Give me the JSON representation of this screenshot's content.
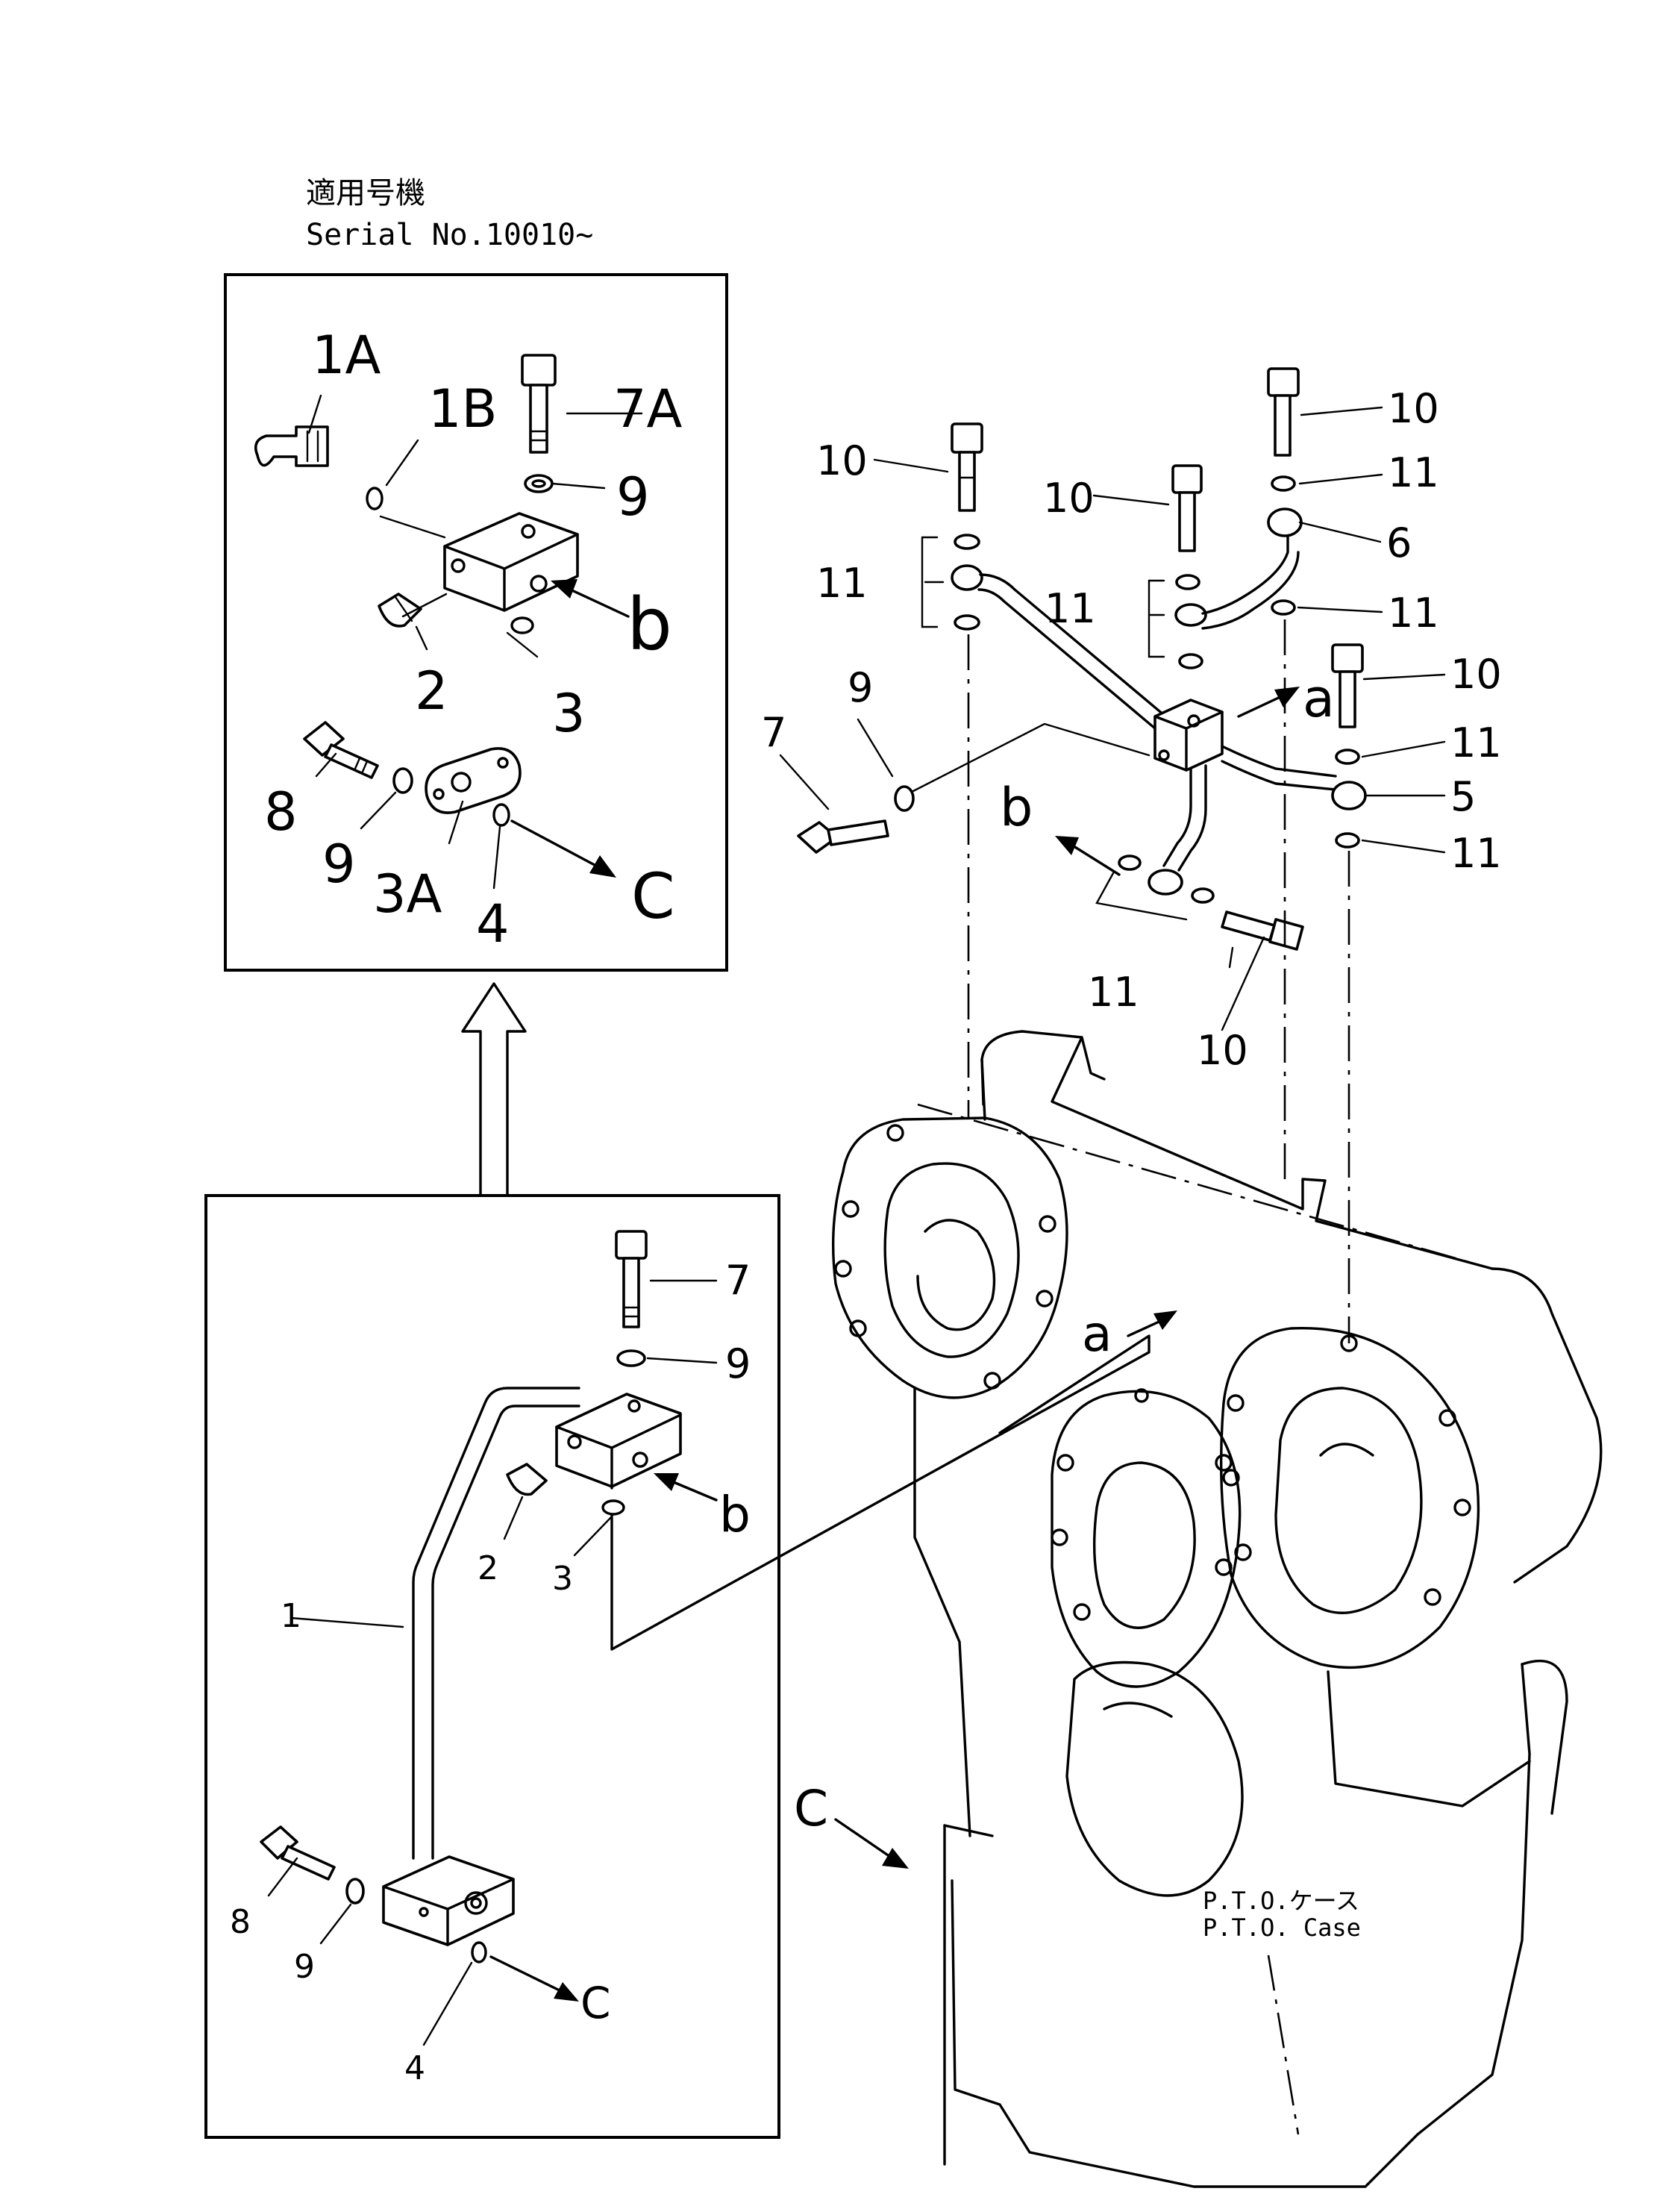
{
  "header": {
    "applicable_machine_jp": "適用号機",
    "serial_no": "Serial No.10010~"
  },
  "inset_upper": {
    "callouts": {
      "c1a": "1A",
      "c1b": "1B",
      "c7a": "7A",
      "c9a": "9",
      "cb": "b",
      "c2": "2",
      "c3": "3",
      "c8": "8",
      "c9b": "9",
      "c3a": "3A",
      "c4": "4",
      "cc": "C"
    }
  },
  "inset_lower": {
    "callouts": {
      "c7": "7",
      "c9a": "9",
      "cb": "b",
      "c1": "1",
      "c2": "2",
      "c3": "3",
      "c8": "8",
      "c9b": "9",
      "c4": "4",
      "cc": "C"
    }
  },
  "main": {
    "callouts": {
      "c10a": "10",
      "c11a": "11",
      "c10b": "10",
      "c11b": "11",
      "c10c": "10",
      "c11c": "11",
      "c6": "6",
      "c11d": "11",
      "c10d": "10",
      "c11e": "11",
      "c5": "5",
      "c11f": "11",
      "c9": "9",
      "c7": "7",
      "ca": "a",
      "cb": "b",
      "c11g": "11",
      "c10e": "10",
      "ca2": "a",
      "cc": "C"
    },
    "case_label_jp": "P.T.O.ケース",
    "case_label_en": "P.T.O. Case"
  }
}
